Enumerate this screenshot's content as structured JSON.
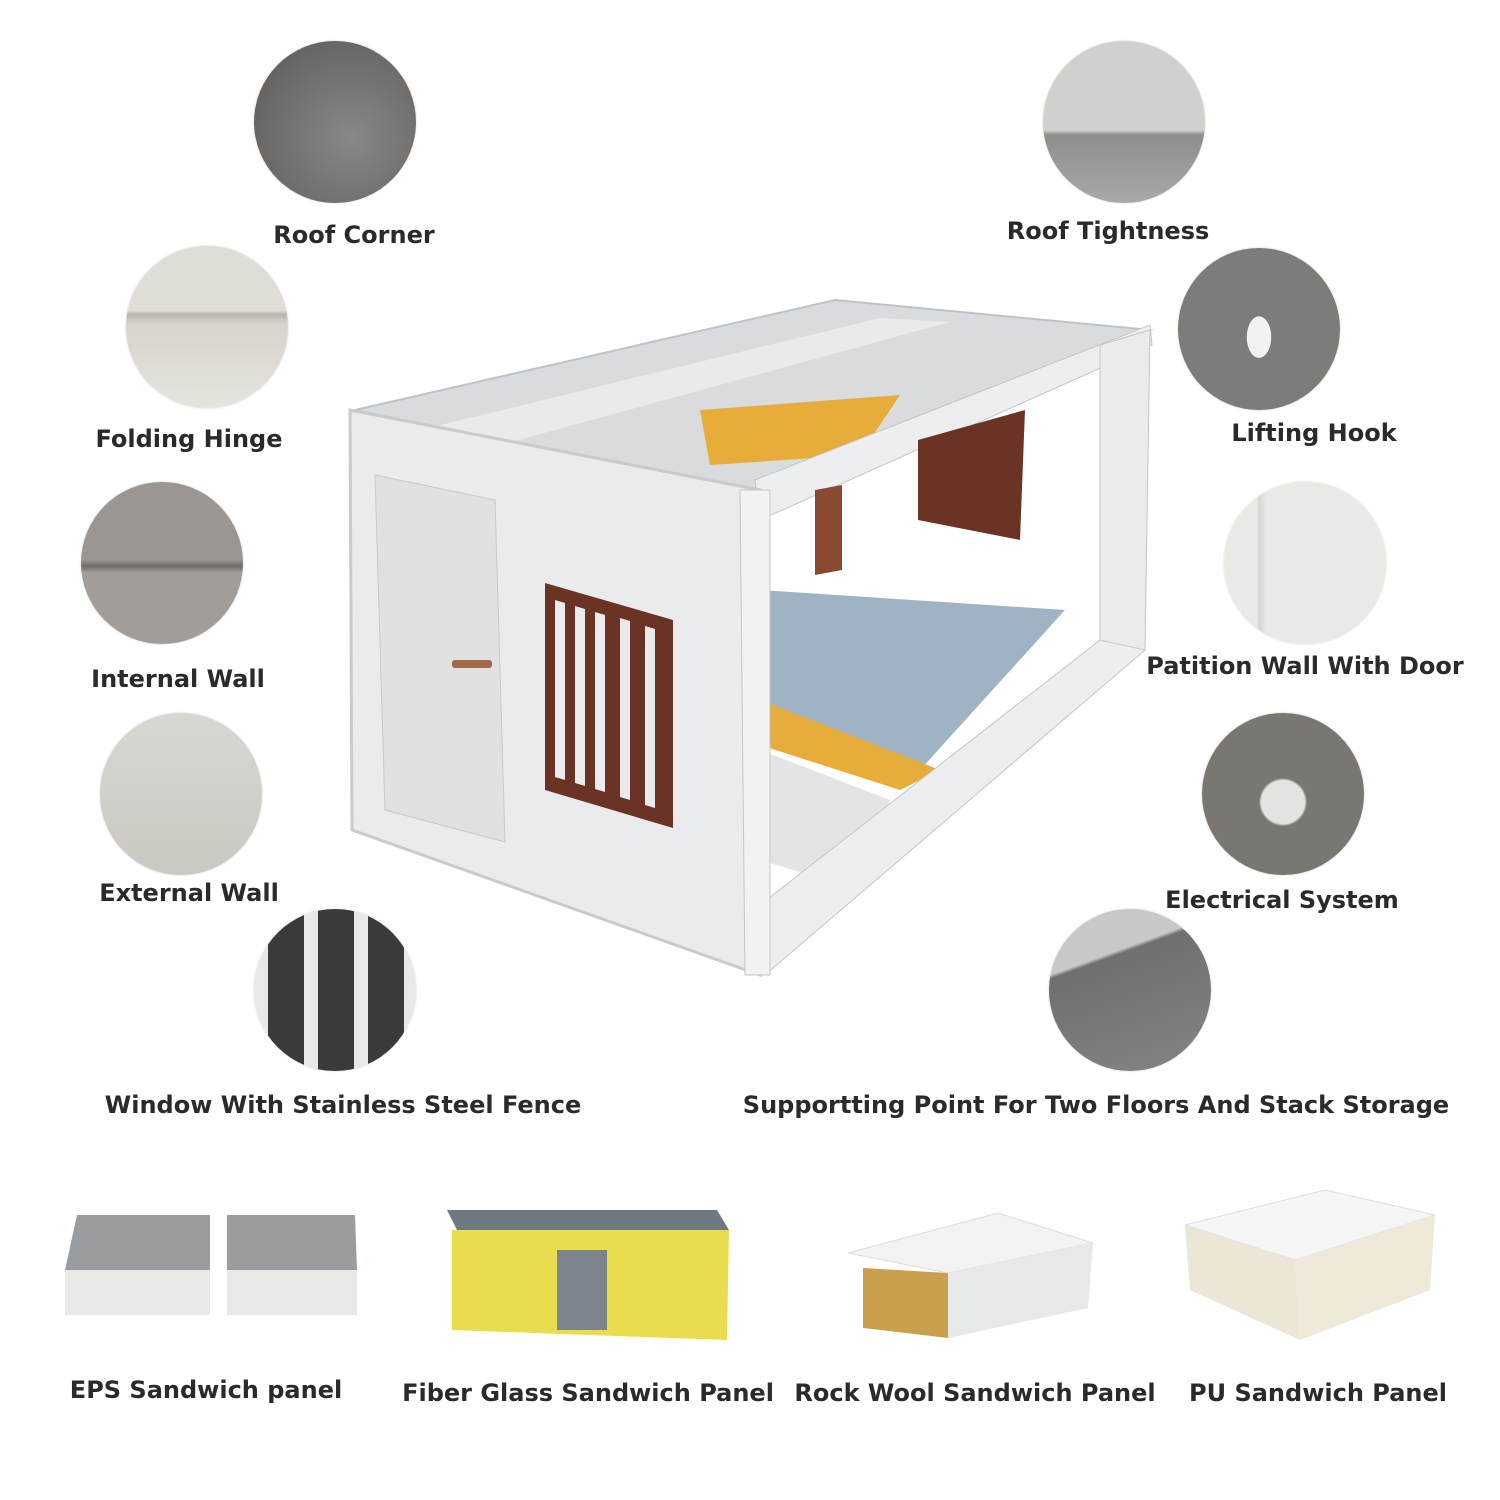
{
  "features_left": [
    {
      "label": "Roof Corner",
      "icon": "roof-corner-photo"
    },
    {
      "label": "Folding Hinge",
      "icon": "folding-hinge-photo"
    },
    {
      "label": "Internal Wall",
      "icon": "internal-wall-photo"
    },
    {
      "label": "External Wall",
      "icon": "external-wall-photo"
    },
    {
      "label": "Window With Stainless Steel Fence",
      "icon": "window-fence-photo"
    }
  ],
  "features_right": [
    {
      "label": "Roof Tightness",
      "icon": "roof-tightness-photo"
    },
    {
      "label": "Lifting Hook",
      "icon": "lifting-hook-photo"
    },
    {
      "label": "Patition Wall With Door",
      "icon": "partition-wall-photo"
    },
    {
      "label": "Electrical System",
      "icon": "electrical-socket-photo"
    },
    {
      "label": "Supportting Point For Two Floors And Stack Storage",
      "icon": "support-point-photo"
    }
  ],
  "panels": [
    {
      "label": "EPS Sandwich panel"
    },
    {
      "label": "Fiber Glass Sandwich Panel"
    },
    {
      "label": "Rock Wool Sandwich Panel"
    },
    {
      "label": "PU Sandwich Panel"
    }
  ],
  "colors": {
    "text": "#2a2a2a",
    "frame": "#e4e6e8",
    "insulation": "#e8b53a",
    "window": "#6b3324",
    "floor": "#9fb3c4"
  }
}
